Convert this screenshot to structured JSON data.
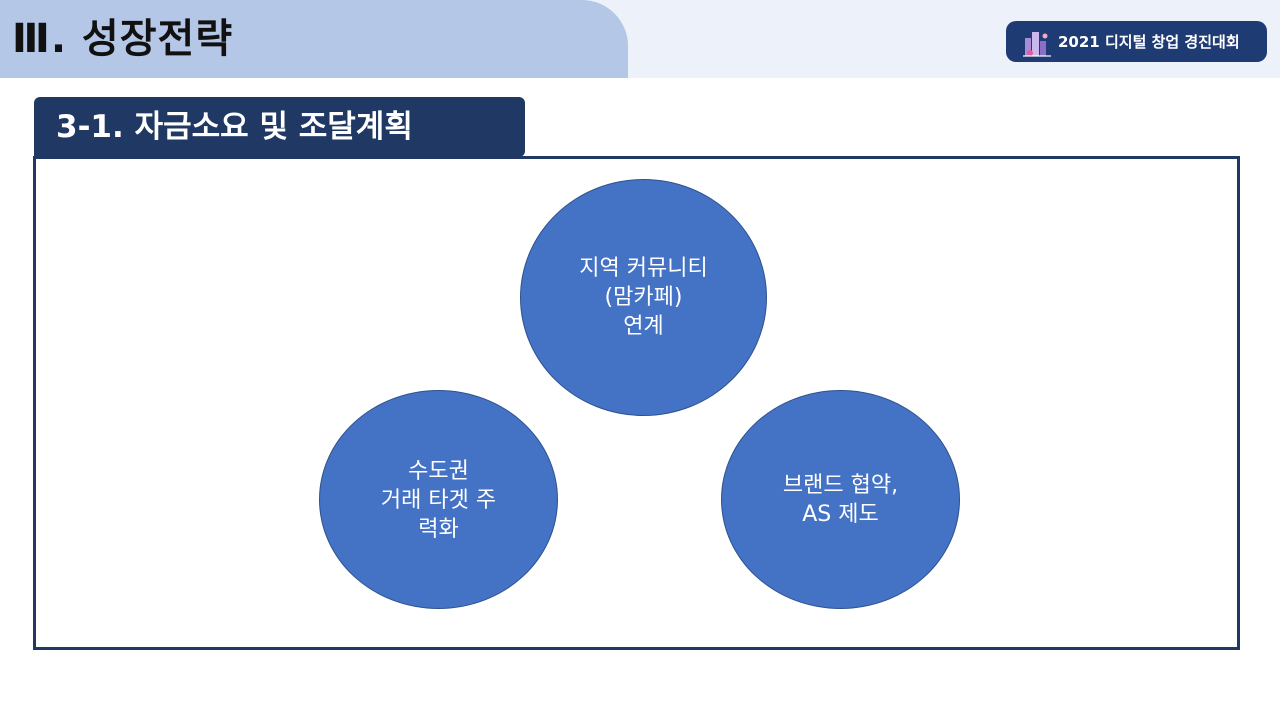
{
  "header": {
    "section_title": "Ⅲ. 성장전략",
    "badge_text": "2021 디지털 창업 경진대회"
  },
  "subheading": {
    "title": "3-1. 자금소요 및 조달계획"
  },
  "diagram": {
    "circles": [
      {
        "text": "지역 커뮤니티\n(맘카페)\n연계"
      },
      {
        "text": "수도권\n거래 타겟 주\n력화"
      },
      {
        "text": "브랜드 협약,\nAS 제도"
      }
    ]
  },
  "colors": {
    "header_tab": "#b4c7e7",
    "header_band": "#edf1fa",
    "badge": "#1f3b74",
    "subheading": "#1f3864",
    "circle_fill": "#4472c4",
    "frame_border": "#1f3864"
  },
  "icons": {
    "badge_logo": "city-skyline-logo-icon"
  }
}
